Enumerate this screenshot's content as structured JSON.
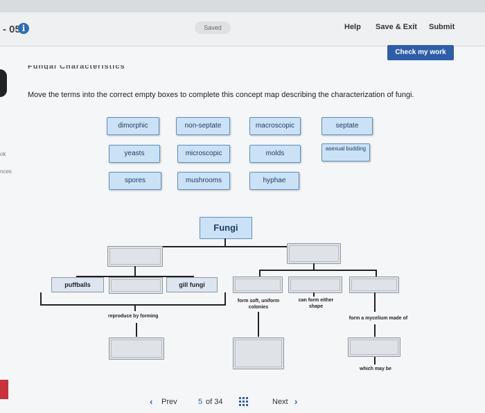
{
  "header": {
    "question_number": "- 05",
    "info_icon": "i",
    "saved": "Saved",
    "help": "Help",
    "save_exit": "Save & Exit",
    "submit": "Submit",
    "check_work": "Check my work"
  },
  "section_title": "Fungal Characteristics",
  "side_fragments": [
    "ok",
    "nces"
  ],
  "instructions": "Move the terms into the correct empty boxes to complete this concept map describing the characterization of fungi.",
  "terms": [
    "dimorphic",
    "non-septate",
    "macroscopic",
    "septate",
    "yeasts",
    "microscopic",
    "molds",
    "asexual budding",
    "spores",
    "mushrooms",
    "hyphae"
  ],
  "concept_map": {
    "root": "Fungi",
    "placed": [
      "puffballs",
      "gill fungi"
    ],
    "labels": {
      "reproduce": "reproduce by forming",
      "form_soft": "form soft, uniform colonies",
      "can_form": "can form either shape",
      "form_mycelium": "form a mycelium made of",
      "which_may_be": "which may be"
    }
  },
  "nav": {
    "prev": "Prev",
    "page_current": "5",
    "page_of": "of 34",
    "next": "Next"
  }
}
